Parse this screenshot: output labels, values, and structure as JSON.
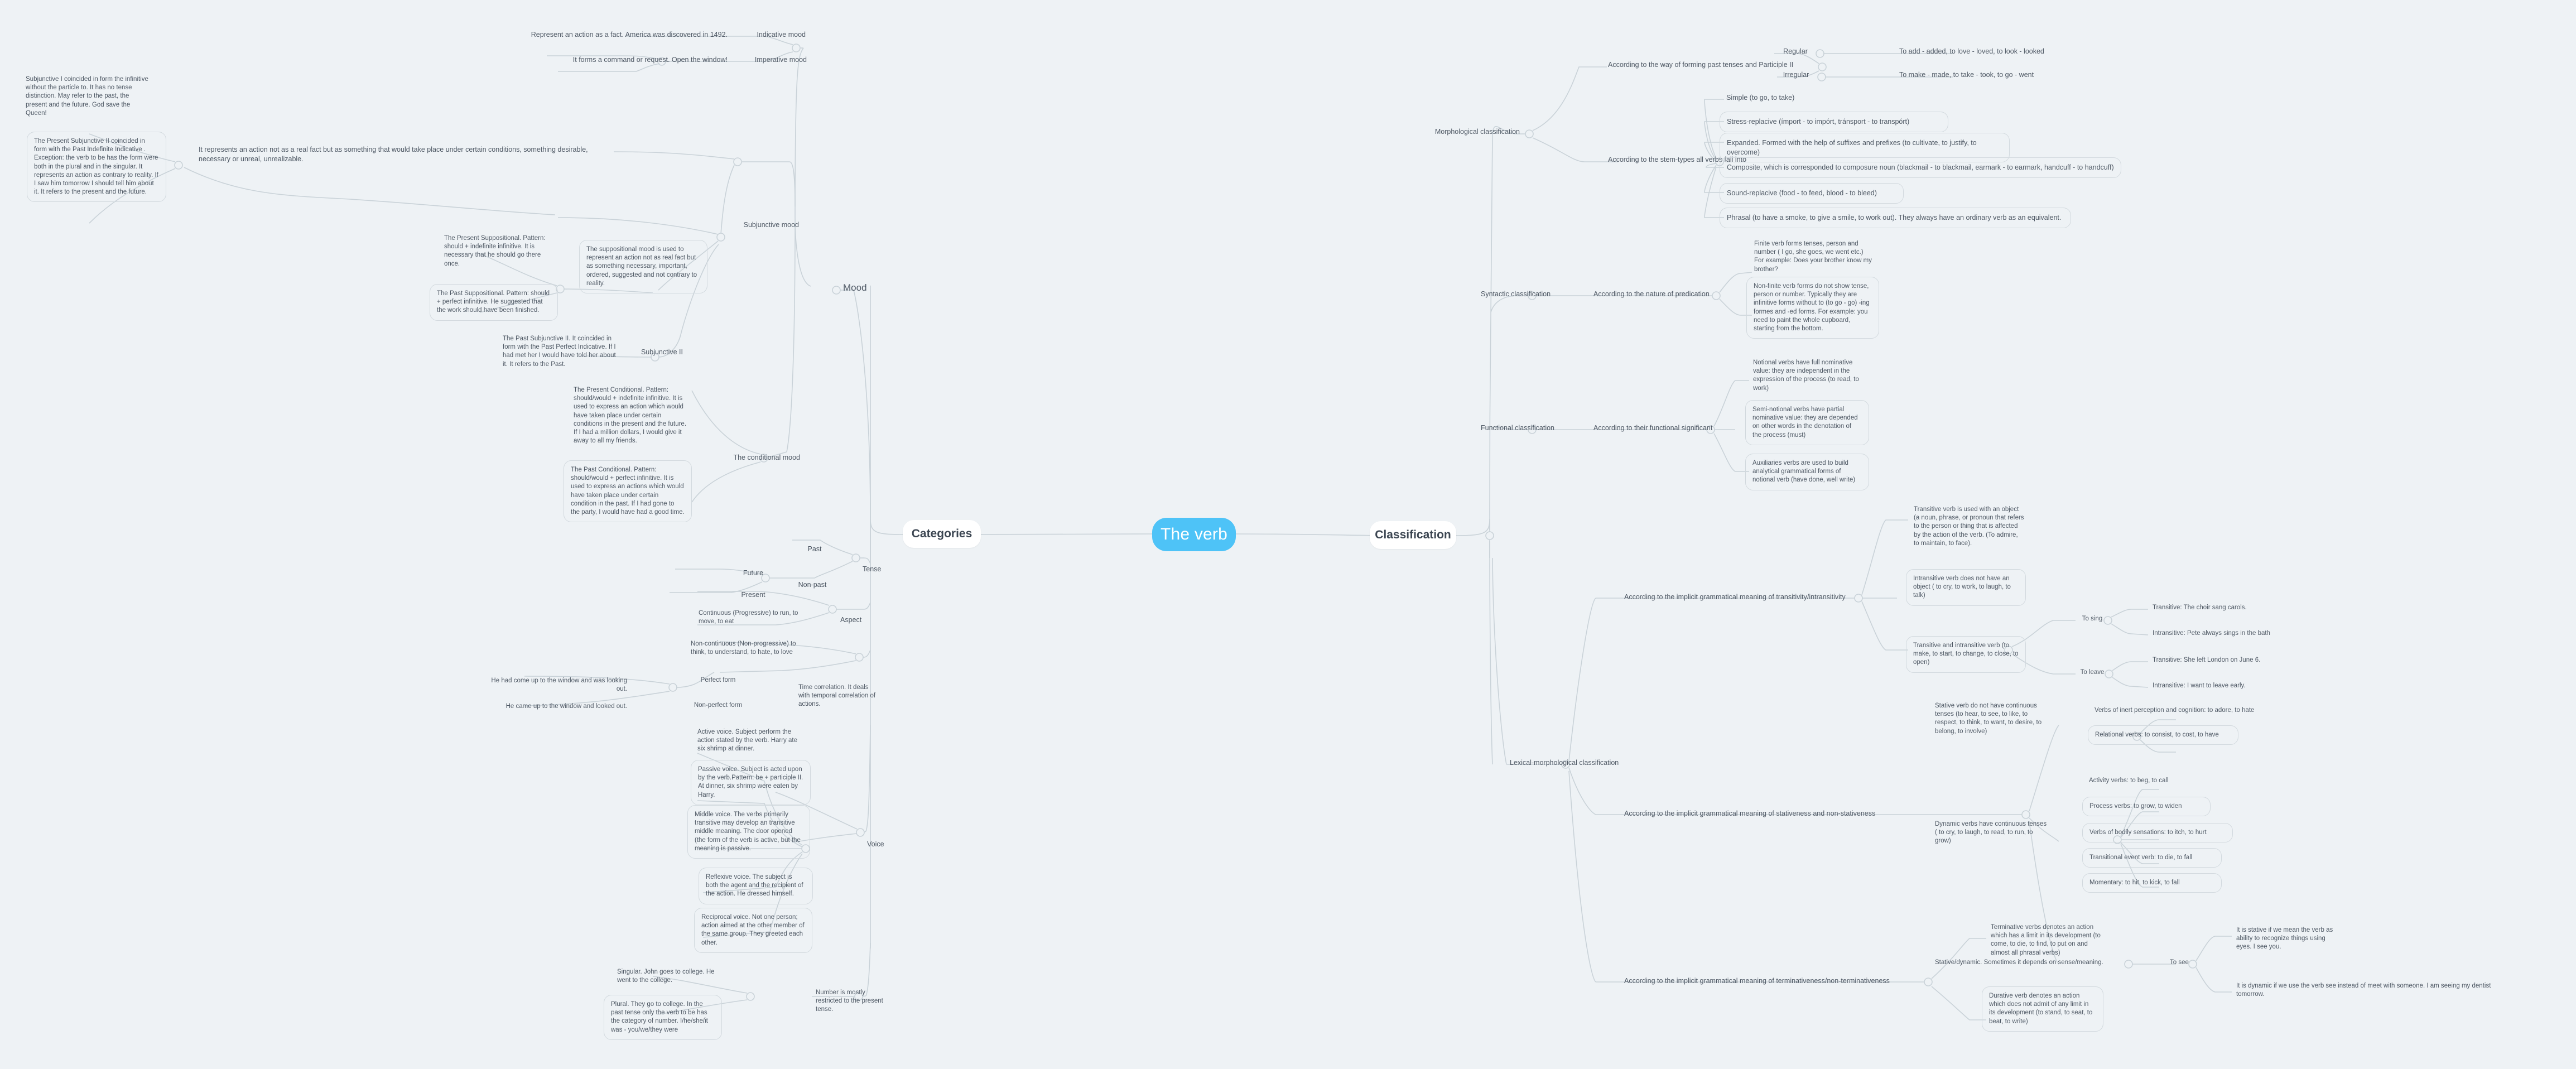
{
  "root": {
    "label": "The verb",
    "color": "#4ec3f7"
  },
  "main_branches": [
    {
      "label": "Categories"
    },
    {
      "label": "Classification"
    }
  ],
  "mood": {
    "label": "Mood",
    "indicative": {
      "label": "Indicative mood",
      "detail": "Represent an action as a fact. America was discovered in 1492."
    },
    "imperative": {
      "label": "Imperative mood",
      "detail": "It forms a command or request. Open the window!"
    },
    "subjunctive": {
      "label": "Subjunctive mood",
      "detail": "It represents an action not as a real fact but as something that would take place under certain conditions, something desirable, necessary or unreal, unrealizable.",
      "subjunctive_I": "Subjunctive I coincided in form the infinitive without the particle to. It has no tense distinction. May refer to the past, the present and the future. God save the Queen!",
      "subjunctive_II_present": "The Present Subjunctive II coincided in form with the Past Indefinite Indicative . Exception: the verb to be has the form were both in the plural and in the singular. It represents an action as contrary to reality. If I saw him tomorrow I should tell him about it. It refers to the present and the future."
    },
    "suppositional": {
      "detail": "The suppositional mood is used to represent an action not as real fact but as something necessary, important, ordered, suggested and not contrary to reality.",
      "present": "The Present Suppositional. Pattern: should + indefinite infinitive. It is necessary that he should go there once.",
      "past": "The Past Suppositional. Pattern: should + perfect infinitive. He suggested that the work should have been finished."
    },
    "subjunctive_II": {
      "label": "Subjunctive II",
      "past": "The Past Subjunctive II. It coincided in form with the Past Perfect Indicative. If I had met her I would have told her about it. It refers to the Past."
    },
    "conditional": {
      "label": "The conditional mood",
      "present": "The Present Conditional. Pattern: should/would + indefinite infinitive. It is used to express an action which would have taken place under certain conditions in the present and the future. If I had a million dollars, I would give it away to all my friends.",
      "past": "The Past Conditional. Pattern: should/would + perfect infinitive. It is used to express an actions which would have taken place under certain condition in the past. If I had gone to the party, I would have had a good time."
    }
  },
  "tense": {
    "label": "Tense",
    "past": "Past",
    "non_past": "Non-past",
    "future": "Future",
    "present": "Present"
  },
  "aspect": {
    "label": "Aspect",
    "continuous": "Continuous (Progressive) to run, to move, to eat",
    "non_continuous": "Non-continuous (Non-progressive) to think, to understand, to hate, to love"
  },
  "time_correlation": {
    "label": "Time correlation. It deals with temporal correlation of actions.",
    "perfect_form": "Perfect form",
    "non_perfect_form": "Non-perfect form",
    "perfect_example": "He had come up to the window and was looking out.",
    "non_perfect_example": "He came up to the window and looked out."
  },
  "voice": {
    "label": "Voice",
    "items": [
      "Active voice. Subject perform the action stated by the verb. Harry ate six shrimp at dinner.",
      "Passive voice. Subject is acted upon by the verb.Pattern: be + participle II. At dinner, six shrimp were eaten by Harry.",
      "Middle voice. The verbs primarily transitive may develop an transitive middle meaning. The door opened (the form of the verb is active, but the meaning is passive.",
      "Reflexive voice. The subject is both the agent and the recipient of the action. He dressed himself.",
      "Reciprocal voice. Not one person; action aimed at the other member of the same group. They greeted each other."
    ]
  },
  "number": {
    "label": "Number is mostly restricted to the present tense.",
    "singular": "Singular. John goes to college. He went to the college.",
    "plural": "Plural. They go to college. In the past tense only the verb to be has the category of number. I/he/she/it was - you/we/they were"
  },
  "morphological": {
    "label": "Morphological classification",
    "past_tense_formation": {
      "label": "According to the way of forming past tenses and Participle II",
      "regular": {
        "label": "Regular",
        "example": "To add - added, to love - loved, to look - looked"
      },
      "irregular": {
        "label": "Irregular",
        "example": "To make - made, to take - took, to go - went"
      }
    },
    "stem_types": {
      "label": "According to the stem-types all verbs fall into",
      "items": [
        "Simple (to go, to take)",
        "Stress-replacive (ímport - to impórt, tránsport - to transpórt)",
        "Expanded. Formed with the help of suffixes and prefixes (to cultivate, to justify, to overcome)",
        "Composite, which is corresponded to composure noun (blackmail - to blackmail, earmark - to earmark, handcuff - to handcuff)",
        "Sound-replacive (food - to feed, blood - to bleed)",
        "Phrasal (to have a smoke, to give a smile, to work out). They always have an ordinary verb as an equivalent."
      ]
    }
  },
  "syntactic": {
    "label": "Syntactic classification",
    "predication": {
      "label": "According to the nature of predication",
      "finite": "Finite verb forms tenses, person and number ( I go, she goes, we went etc.) For example: Does your brother know my brother?",
      "non_finite": "Non-finite verb forms do not show tense, person or number. Typically they are infinitive forms without to (to go - go) -ing formes and -ed forms. For example: you need to paint the whole cupboard, starting from the bottom."
    }
  },
  "functional": {
    "label": "Functional classification",
    "significance": {
      "label": "According to their functional significant",
      "items": [
        "Notional verbs have full nominative value: they are independent in the expression of the process (to read, to work)",
        "Semi-notional verbs have partial nominative value: they are depended on other words in the denotation of the process (must)",
        "Auxiliaries verbs are used to build analytical grammatical forms of notional verb (have done, well write)"
      ]
    }
  },
  "lexical_morphological": {
    "label": "Lexical-morphological classification",
    "transitivity": {
      "label": "According to the implicit grammatical meaning of transitivity/intransitivity",
      "transitive": "Transitive verb is used with an object (a noun, phrase, or pronoun that refers to the person or thing that is affected by the action of the verb. (To admire, to maintain, to face).",
      "intransitive": "Intransitive verb does not have an object ( to cry, to work, to laugh, to talk)",
      "both": "Transitive and intransitive verb (to make, to start, to change, to close, to open)",
      "to_sing": {
        "label": "To sing",
        "transitive": "Transitive: The choir sang carols.",
        "intransitive": "Intransitive: Pete always sings in the bath"
      },
      "to_leave": {
        "label": "To leave",
        "transitive": "Transitive: She left London on June 6.",
        "intransitive": "Intransitive: I want to leave early."
      }
    },
    "stativeness": {
      "label": "According to the implicit grammatical meaning of stativeness and non-stativeness",
      "stative": "Stative verb do not have continuous tenses (to hear, to see, to like, to respect, to think, to want, to desire, to belong, to involve)",
      "stative_children": [
        "Verbs of inert perception and cognition: to adore, to hate",
        "Relational verbs: to consist, to cost, to have"
      ],
      "dynamic": "Dynamic verbs have continuous tenses ( to cry, to laugh, to read, to run, to grow)",
      "dynamic_children": [
        "Activity verbs: to beg, to call",
        "Process verbs: to grow, to widen",
        "Verbs of bodily sensations: to itch, to hurt",
        "Transitional event verb: to die, to fall",
        "Momentary: to hit, to kick, to fall"
      ],
      "both": "Stative/dynamic. Sometimes it depends on sense/meaning.",
      "to_see": {
        "label": "To see",
        "stative": "It is stative if we mean the verb as ability to recognize things using eyes. I see you.",
        "dynamic": "It is dynamic if we use the verb see instead of meet with someone. I am seeing my dentist tomorrow."
      }
    },
    "terminativeness": {
      "label": "According to the implicit grammatical meaning of terminativeness/non-terminativeness",
      "terminative": "Terminative verbs denotes an action which has a limit in its development (to come, to die, to find, to put on and almost all phrasal verbs)",
      "durative": "Durative verb denotes an action which does not admit of any limit in its development (to stand, to seat, to beat, to write)"
    }
  }
}
